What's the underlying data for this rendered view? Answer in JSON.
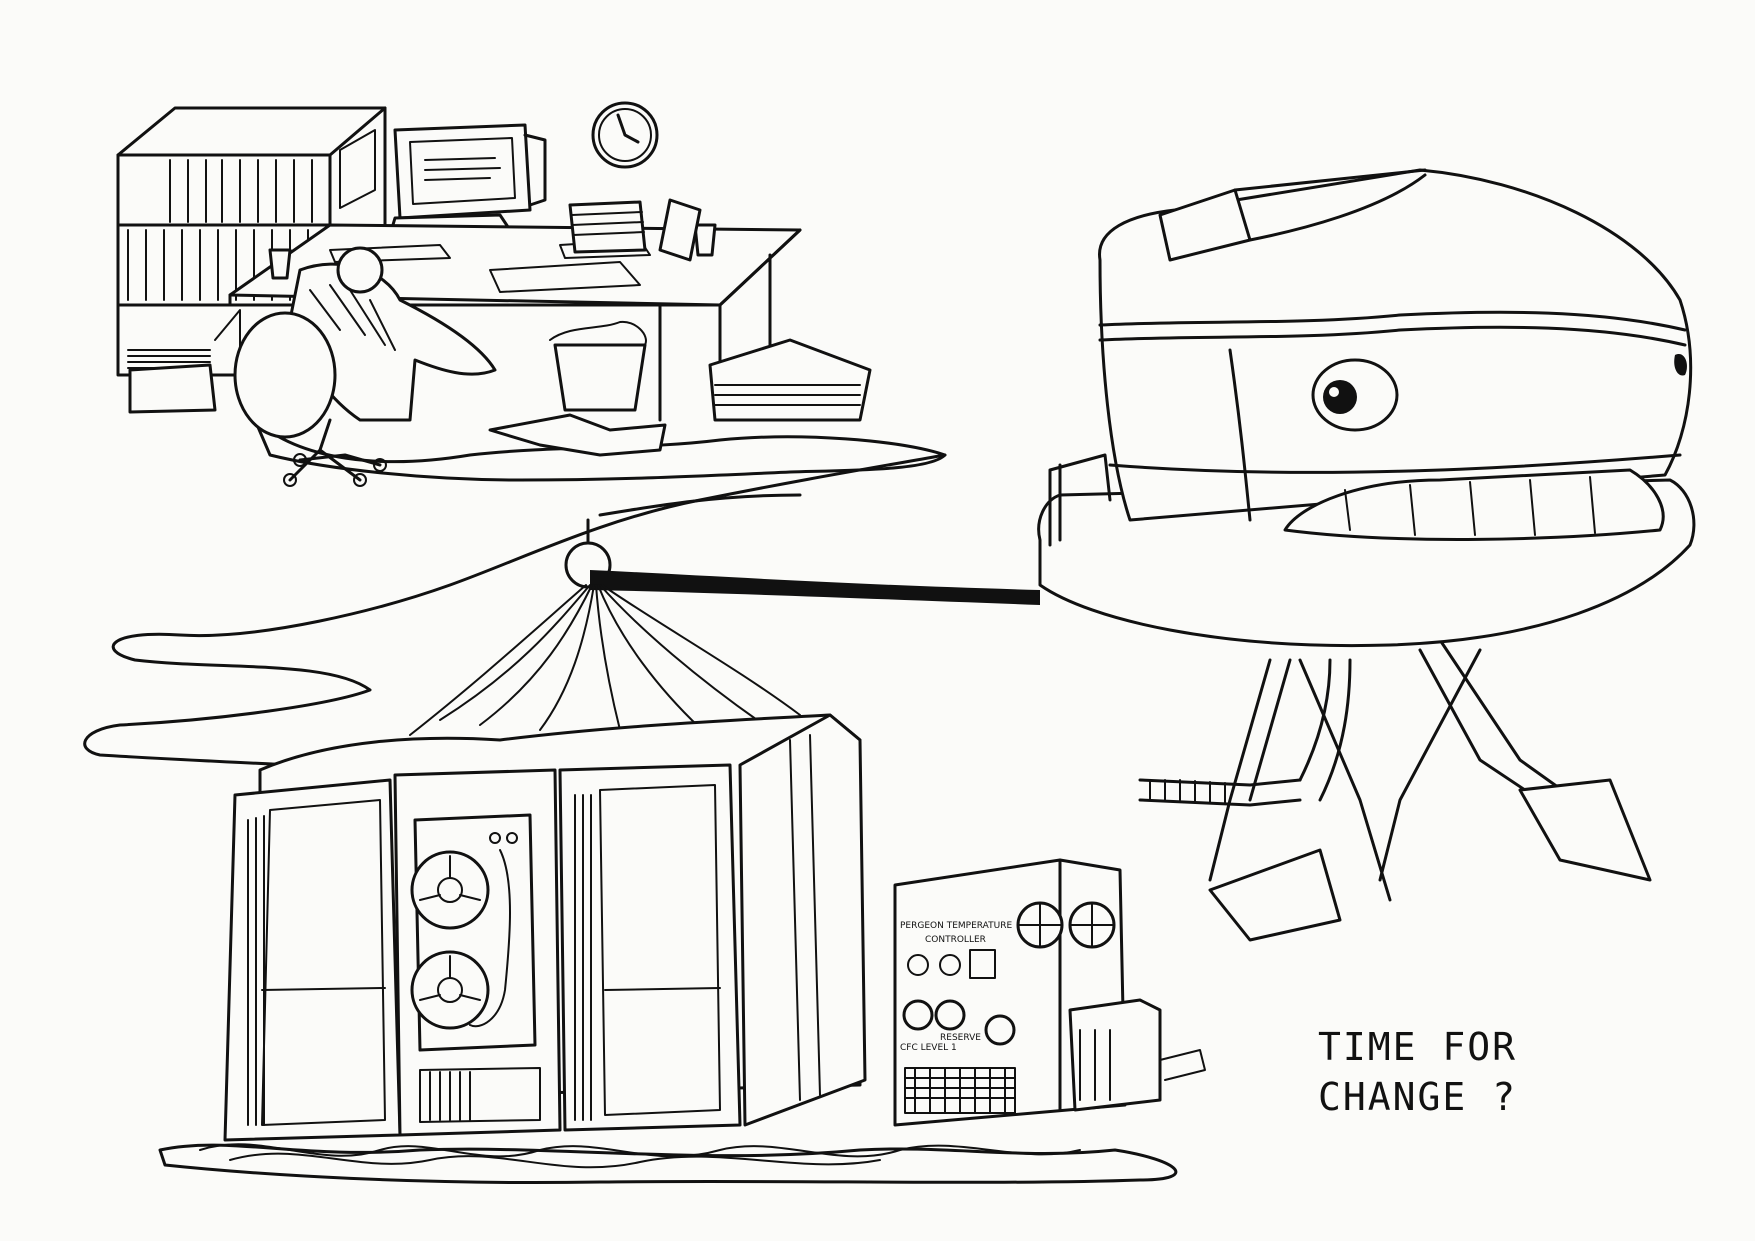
{
  "caption": {
    "line1": "TIME FOR",
    "line2": "CHANGE ?"
  },
  "labels": {
    "controller_title": "PERGEON TEMPERATURE",
    "controller_subtitle": "CONTROLLER",
    "cfc_level": "CFC LEVEL 1",
    "reserve": "RESERVE"
  },
  "colors": {
    "ink": "#111111",
    "paper": "#fbfbf9"
  },
  "icons": [
    "office-desk-scene",
    "wall-clock-icon",
    "computer-monitor-icon",
    "mainframe-cabinets",
    "tape-reel-icon",
    "flight-simulator-pod",
    "cable-bundle",
    "temperature-controller-box"
  ]
}
